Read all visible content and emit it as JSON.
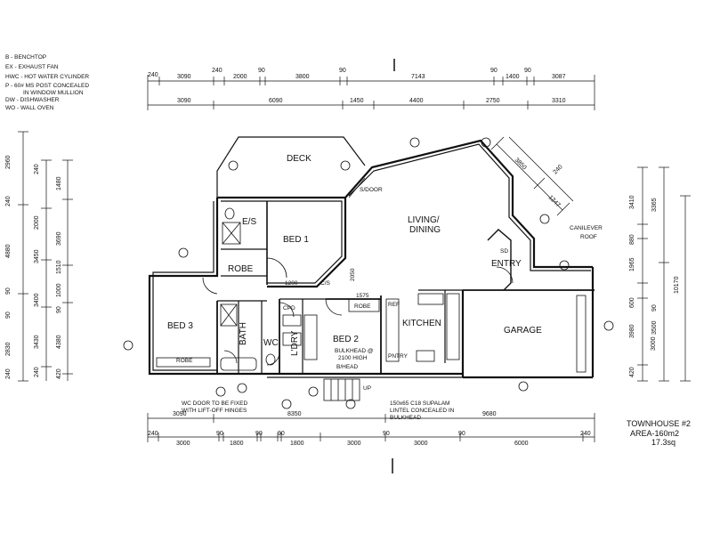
{
  "legend": {
    "lines": [
      "B - BENCHTOP",
      "EX - EXHAUST FAN",
      "HWC - HOT WATER CYLINDER",
      "P - 60# MS POST CONCEALED",
      "IN WINDOW MULLION",
      "DW - DISHWASHER",
      "WO - WALL OVEN"
    ]
  },
  "rooms": {
    "deck": "DECK",
    "bed1": "BED 1",
    "es": "E/S",
    "robe1": "ROBE",
    "living_dining": "LIVING/",
    "living_dining2": "DINING",
    "entry": "ENTRY",
    "bed3": "BED 3",
    "robe3": "ROBE",
    "bath": "BATH",
    "wc": "WC",
    "ldry": "L'DRY",
    "bed2": "BED 2",
    "robe2": "ROBE",
    "kitchen": "KITCHEN",
    "garage": "GARAGE",
    "cpd": "CPD",
    "ref": "REF",
    "pntry": "PNTRY"
  },
  "labels": {
    "sdoor": "S/DOOR",
    "canilever": "CANILEVER",
    "roof": "ROOF",
    "sd": "SD",
    "cs": "C/S",
    "bulkhead1": "BULKHEAD @",
    "bulkhead2": "2100 HIGH",
    "bulkhead3": "B/HEAD",
    "hw1200": "1200",
    "hw2050": "2050",
    "hw1575": "1575",
    "up": "UP",
    "wc_note1": "WC DOOR TO BE FIXED",
    "wc_note2": "WITH LIFT-OFF HINGES",
    "lintel1": "150x65 C18 SUPALAM",
    "lintel2": "LINTEL CONCEALED IN",
    "lintel3": "BULKHEAD",
    "th1": "TOWNHOUSE #2",
    "th2": "AREA-160m2",
    "th3": "17.3sq"
  },
  "dims": {
    "top1": [
      "240",
      "3090",
      "240",
      "2000",
      "90",
      "3800",
      "90",
      "7143",
      "90",
      "1400",
      "90",
      "3087"
    ],
    "top2": [
      "3090",
      "6090",
      "1450",
      "4400",
      "2750",
      "3310"
    ],
    "bot1": [
      "3090",
      "8350",
      "9680"
    ],
    "bot2": [
      "240",
      "3000",
      "90",
      "1800",
      "90",
      "1800",
      "90",
      "3000",
      "90",
      "3000",
      "90",
      "6000",
      "240"
    ],
    "left_outer": [
      "2960",
      "240",
      "4880",
      "90",
      "90",
      "2830",
      "240"
    ],
    "left_mid": [
      "240",
      "2000",
      "3450",
      "3400",
      "3430",
      "240"
    ],
    "left_inner": [
      "1480",
      "3690",
      "1510",
      "1000",
      "90",
      "4380",
      "420"
    ],
    "right1": [
      "3410",
      "880",
      "1965",
      "600",
      "3000",
      "420"
    ],
    "right2": [
      "3365",
      "10170"
    ],
    "right_inner": [
      "3980",
      "3500",
      "90"
    ],
    "diag": [
      "3850",
      "240",
      "1247"
    ]
  }
}
